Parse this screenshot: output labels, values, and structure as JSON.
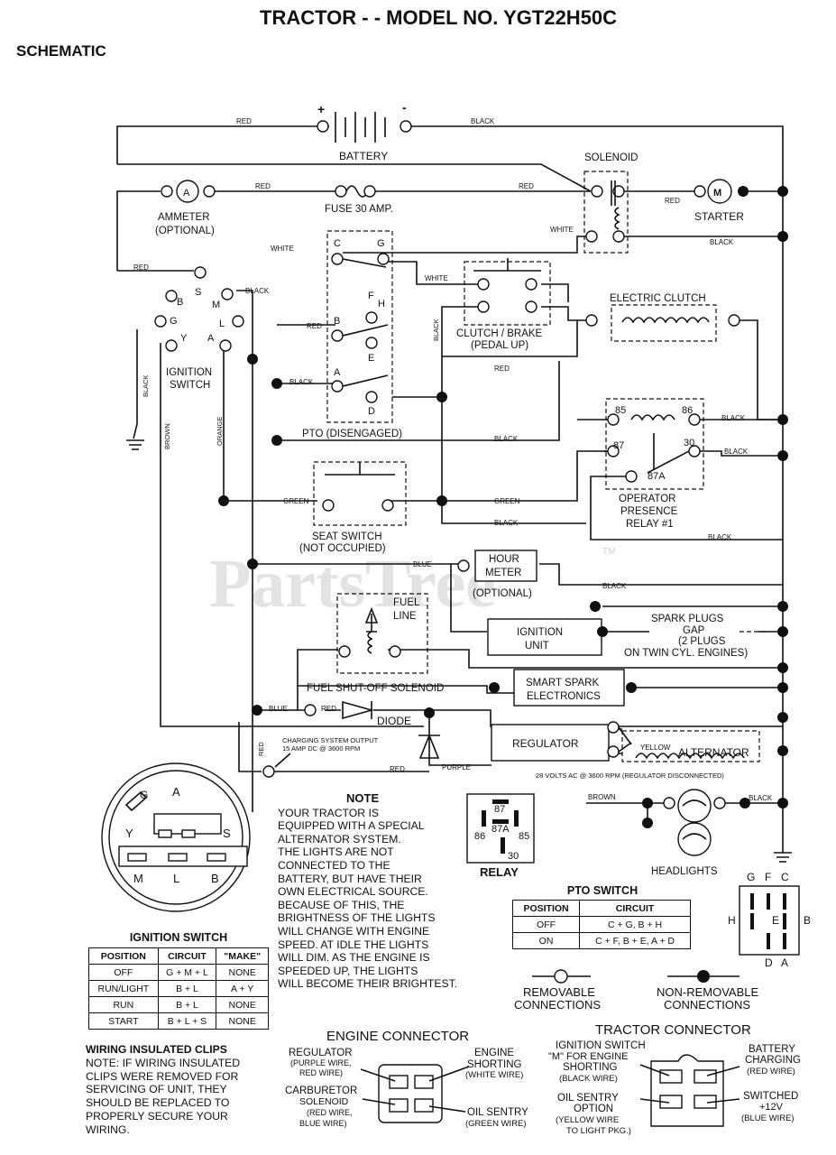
{
  "title": "TRACTOR - - MODEL NO. YGT22H50C",
  "subtitle": "SCHEMATIC",
  "watermark": "PartsTree",
  "watermark_tm": "TM",
  "battery": {
    "label": "BATTERY",
    "plus": "+",
    "minus": "-"
  },
  "ammeter": {
    "symbol": "A",
    "label": "AMMETER",
    "sub": "(OPTIONAL)"
  },
  "fuse": "FUSE 30 AMP.",
  "solenoid": "SOLENOID",
  "starter": {
    "symbol": "M",
    "label": "STARTER"
  },
  "ignition_switch_label": [
    "IGNITION",
    "SWITCH"
  ],
  "ign_terminals": {
    "b": "B",
    "s": "S",
    "m": "M",
    "g": "G",
    "l": "L",
    "y": "Y",
    "a": "A"
  },
  "pto": {
    "label": "PTO (DISENGAGED)",
    "c": "C",
    "g": "G",
    "f": "F",
    "h": "H",
    "b": "B",
    "e": "E",
    "a": "A",
    "d": "D"
  },
  "clutch_brake": [
    "CLUTCH / BRAKE",
    "(PEDAL UP)"
  ],
  "electric_clutch": "ELECTRIC CLUTCH",
  "relay_main": {
    "t85": "85",
    "t86": "86",
    "t87": "87",
    "t30": "30",
    "t87a": "87A",
    "label": [
      "OPERATOR",
      "PRESENCE",
      "RELAY #1"
    ]
  },
  "seat_switch": [
    "SEAT SWITCH",
    "(NOT OCCUPIED)"
  ],
  "hour_meter": {
    "box": [
      "HOUR",
      "METER"
    ],
    "sub": "(OPTIONAL)"
  },
  "fuel_solenoid": {
    "line": [
      "FUEL",
      "LINE"
    ],
    "label": "FUEL SHUT-OFF SOLENOID"
  },
  "ignition_unit": [
    "IGNITION",
    "UNIT"
  ],
  "spark_plugs": [
    "SPARK PLUGS",
    "GAP",
    "(2 PLUGS",
    "ON TWIN CYL. ENGINES)"
  ],
  "smart_spark": [
    "SMART SPARK",
    "ELECTRONICS"
  ],
  "diode": "DIODE",
  "charging": [
    "CHARGING SYSTEM OUTPUT",
    "15 AMP DC @ 3600 RPM"
  ],
  "regulator": "REGULATOR",
  "alternator": "ALTERNATOR",
  "alt_note": "28 VOLTS AC @ 3600 RPM (REGULATOR DISCONNECTED)",
  "headlights": "HEADLIGHTS",
  "wires": {
    "red": "RED",
    "black": "BLACK",
    "white": "WHITE",
    "brown": "BROWN",
    "orange": "ORANGE",
    "green": "GREEN",
    "blue": "BLUE",
    "purple": "PURPLE",
    "yellow": "YELLOW"
  },
  "note": {
    "heading": "NOTE",
    "lines": [
      "YOUR TRACTOR IS",
      "EQUIPPED WITH A SPECIAL",
      "ALTERNATOR SYSTEM.",
      "THE LIGHTS ARE NOT",
      "CONNECTED TO THE",
      "BATTERY, BUT HAVE THEIR",
      "OWN ELECTRICAL SOURCE.",
      "BECAUSE OF THIS, THE",
      "BRIGHTNESS OF THE LIGHTS",
      "WILL CHANGE WITH ENGINE",
      "SPEED.  AT IDLE THE LIGHTS",
      "WILL DIM.  AS THE ENGINE IS",
      "SPEEDED UP, THE LIGHTS",
      "WILL BECOME THEIR BRIGHTEST."
    ]
  },
  "relay_detail": {
    "t87": "87",
    "t87a": "87A",
    "t86": "86",
    "t85": "85",
    "t30": "30",
    "label": "RELAY"
  },
  "ign_face": {
    "g": "G",
    "a": "A",
    "y": "Y",
    "s": "S",
    "m": "M",
    "l": "L",
    "b": "B"
  },
  "ign_table": {
    "title": "IGNITION SWITCH",
    "headers": [
      "POSITION",
      "CIRCUIT",
      "\"MAKE\""
    ],
    "rows": [
      [
        "OFF",
        "G + M + L",
        "NONE"
      ],
      [
        "RUN/LIGHT",
        "B + L",
        "A + Y"
      ],
      [
        "RUN",
        "B + L",
        "NONE"
      ],
      [
        "START",
        "B + L + S",
        "NONE"
      ]
    ]
  },
  "pto_table": {
    "title": "PTO SWITCH",
    "headers": [
      "POSITION",
      "CIRCUIT"
    ],
    "rows": [
      [
        "OFF",
        "C + G, B + H"
      ],
      [
        "ON",
        "C + F, B + E, A + D"
      ]
    ]
  },
  "pto_face": {
    "g": "G",
    "f": "F",
    "c": "C",
    "h": "H",
    "e": "E",
    "b": "B",
    "d": "D",
    "a": "A"
  },
  "legend": {
    "removable": [
      "REMOVABLE",
      "CONNECTIONS"
    ],
    "nonremovable": [
      "NON-REMOVABLE",
      "CONNECTIONS"
    ]
  },
  "clips": {
    "title": "WIRING INSULATED CLIPS",
    "lines": [
      "NOTE: IF WIRING INSULATED",
      "CLIPS WERE REMOVED FOR",
      "SERVICING OF UNIT, THEY",
      "SHOULD BE REPLACED TO",
      "PROPERLY SECURE YOUR",
      "WIRING."
    ]
  },
  "engine_connector": {
    "title": "ENGINE CONNECTOR",
    "regulator": [
      "REGULATOR",
      "(PURPLE WIRE,",
      "RED WIRE)"
    ],
    "carb": [
      "CARBURETOR",
      "SOLENOID",
      "(RED WIRE,",
      "BLUE WIRE)"
    ],
    "engine_shorting": [
      "ENGINE",
      "SHORTING",
      "(WHITE WIRE)"
    ],
    "oil_sentry": [
      "OIL SENTRY",
      "(GREEN WIRE)"
    ]
  },
  "tractor_connector": {
    "title": "TRACTOR CONNECTOR",
    "ign": [
      "IGNITION SWITCH",
      "\"M\" FOR ENGINE",
      "SHORTING",
      "(BLACK WIRE)"
    ],
    "battery": [
      "BATTERY",
      "CHARGING",
      "(RED WIRE)"
    ],
    "oil": [
      "OIL SENTRY",
      "OPTION",
      "(YELLOW WIRE",
      "TO LIGHT PKG.)"
    ],
    "switched": [
      "SWITCHED",
      "+12V",
      "(BLUE WIRE)"
    ]
  }
}
